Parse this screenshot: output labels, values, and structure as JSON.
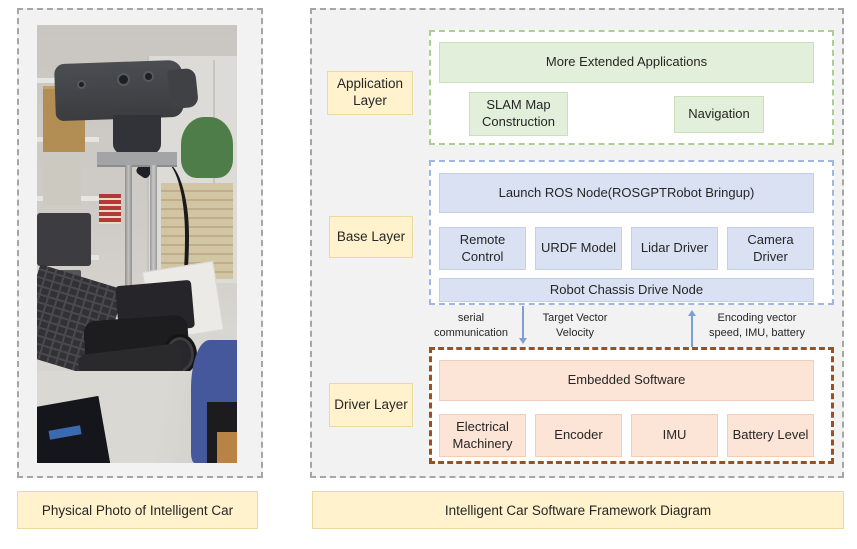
{
  "captions": {
    "left": "Physical Photo of Intelligent Car",
    "right": "Intelligent Car Software Framework Diagram"
  },
  "diagram": {
    "application": {
      "label": "Application Layer",
      "main": "More Extended Applications",
      "items": [
        "SLAM Map Construction",
        "Navigation"
      ]
    },
    "base": {
      "label": "Base Layer",
      "main": "Launch ROS Node(ROSGPTRobot Bringup)",
      "items": [
        "Remote Control",
        "URDF Model",
        "Lidar Driver",
        "Camera Driver"
      ],
      "bottom": "Robot Chassis Drive Node"
    },
    "driver": {
      "label": "Driver Layer",
      "main": "Embedded Software",
      "items": [
        "Electrical Machinery",
        "Encoder",
        "IMU",
        "Battery Level"
      ]
    },
    "connectors": {
      "serial": "serial\ncommunication",
      "downstream": "Target Vector\nVelocity",
      "upstream": "Encoding vector\nspeed, IMU, battery"
    }
  },
  "colors": {
    "frame_border": "#a6a6a6",
    "label_bg": "#fff2cc",
    "app_border": "#a9d18e",
    "app_box": "#e2efda",
    "base_border": "#9fb6e0",
    "base_box": "#d9e1f2",
    "drv_border": "#9c501e",
    "drv_box": "#fce4d6",
    "arrow": "#7f9ed6",
    "text": "#262626"
  }
}
